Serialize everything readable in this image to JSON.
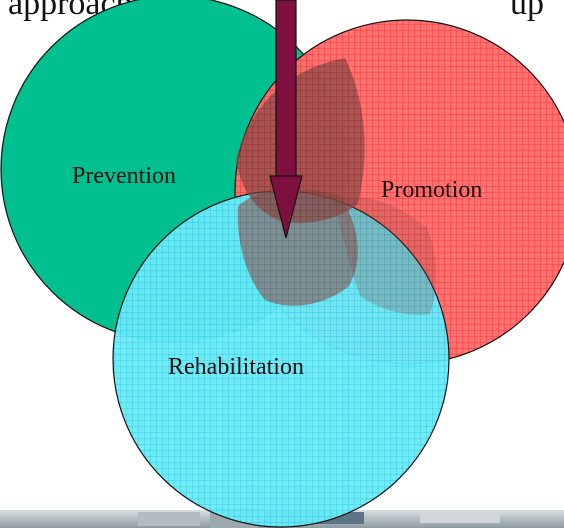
{
  "top_text": {
    "left": "approach",
    "right": "up"
  },
  "diagram": {
    "circles": [
      {
        "id": "prevention",
        "label": "Prevention",
        "color": "#00c08f"
      },
      {
        "id": "promotion",
        "label": "Promotion",
        "color": "#ff4d4d"
      },
      {
        "id": "rehabilitation",
        "label": "Rehabilitation",
        "color": "#33ddf0"
      }
    ],
    "arrow_color": "#7f0f3f"
  }
}
